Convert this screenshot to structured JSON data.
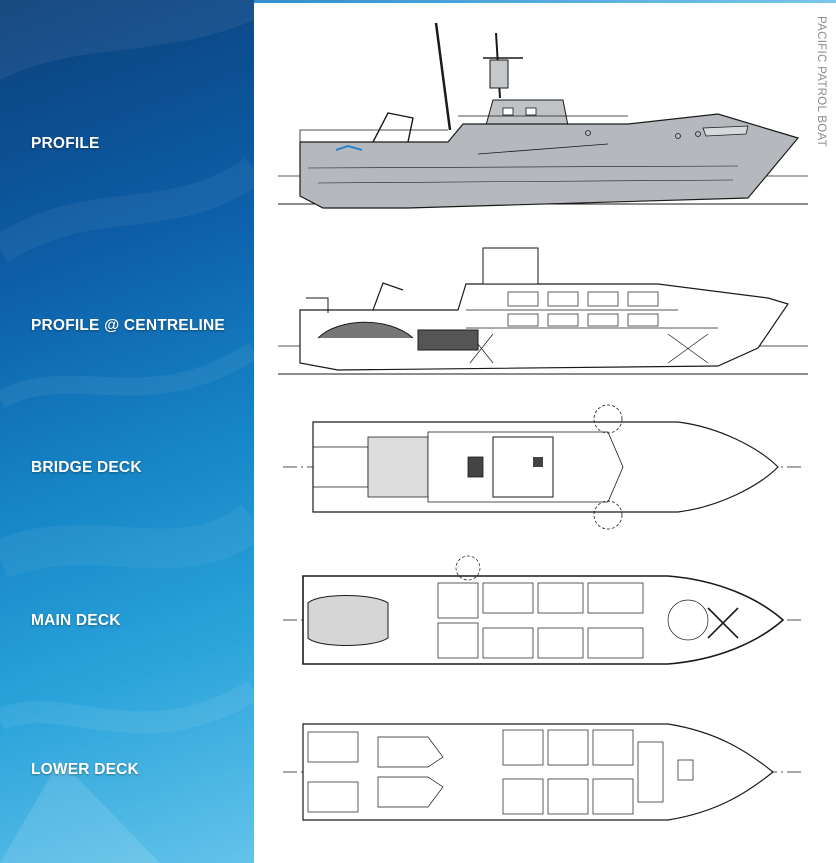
{
  "sidebar": {
    "labels": [
      "PROFILE",
      "PROFILE @ CENTRELINE",
      "BRIDGE DECK",
      "MAIN DECK",
      "LOWER DECK"
    ]
  },
  "document": {
    "vertical_title": "PACIFIC PATROL BOAT"
  },
  "colors": {
    "sidebar_dark": "#0b3f78",
    "sidebar_light": "#63c3ea",
    "hull_grey": "#b5b9bd",
    "line": "#1a1a1a"
  }
}
